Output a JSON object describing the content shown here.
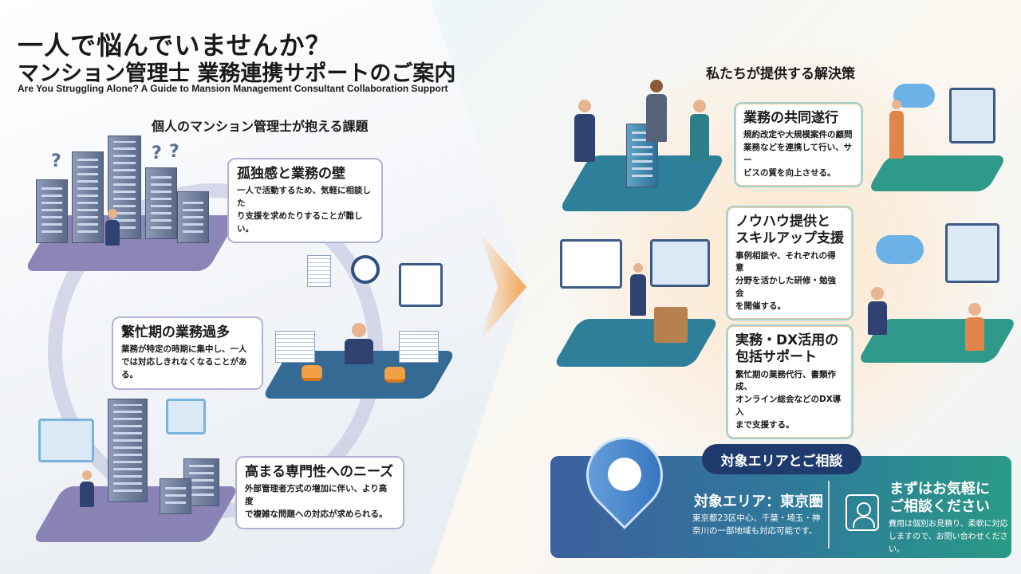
{
  "header": {
    "title_line1": "一人で悩んでいませんか？",
    "title_line2": "マンション管理士 業務連携サポートのご案内",
    "subtitle_en": "Are You Struggling Alone? A Guide to Mansion Management Consultant Collaboration Support"
  },
  "problems": {
    "heading": "個人のマンション管理士が抱える課題",
    "items": [
      {
        "title": "孤独感と業務の壁",
        "desc": "一人で活動するため、気軽に相談した\nり支援を求めたりすることが難しい。"
      },
      {
        "title": "繁忙期の業務過多",
        "desc": "業務が特定の時期に集中し、一人\nでは対応しきれなくなることがある。"
      },
      {
        "title": "高まる専門性へのニーズ",
        "desc": "外部管理者方式の増加に伴い、より高度\nで複雑な問題への対応が求められる。"
      }
    ]
  },
  "solutions": {
    "heading": "私たちが提供する解決策",
    "items": [
      {
        "title": "業務の共同遂行",
        "desc": "規約改定や大規模案件の顧問\n業務などを連携して行い、サー\nビスの質を向上させる。"
      },
      {
        "title": "ノウハウ提供と\nスキルアップ支援",
        "desc": "事例相談や、それぞれの得意\n分野を活かした研修・勉強会\nを開催する。"
      },
      {
        "title": "実務・DX活用の\n包括サポート",
        "desc": "繁忙期の業務代行、書類作成、\nオンライン総会などのDX導入\nまで支援する。"
      }
    ]
  },
  "contact": {
    "badge": "対象エリアとご相談",
    "area_title": "対象エリア：東京圏",
    "area_desc": "東京都23区中心、千葉・埼玉・神\n奈川の一部地域も対応可能です。",
    "cta_title": "まずはお気軽に\nご相談ください",
    "cta_desc": "費用は個別お見積り、柔軟に対応\nしますので、お問い合わせください。"
  },
  "colors": {
    "accent_orange": "#f6a552",
    "navy": "#1f3b6e",
    "teal": "#2a9a86"
  }
}
